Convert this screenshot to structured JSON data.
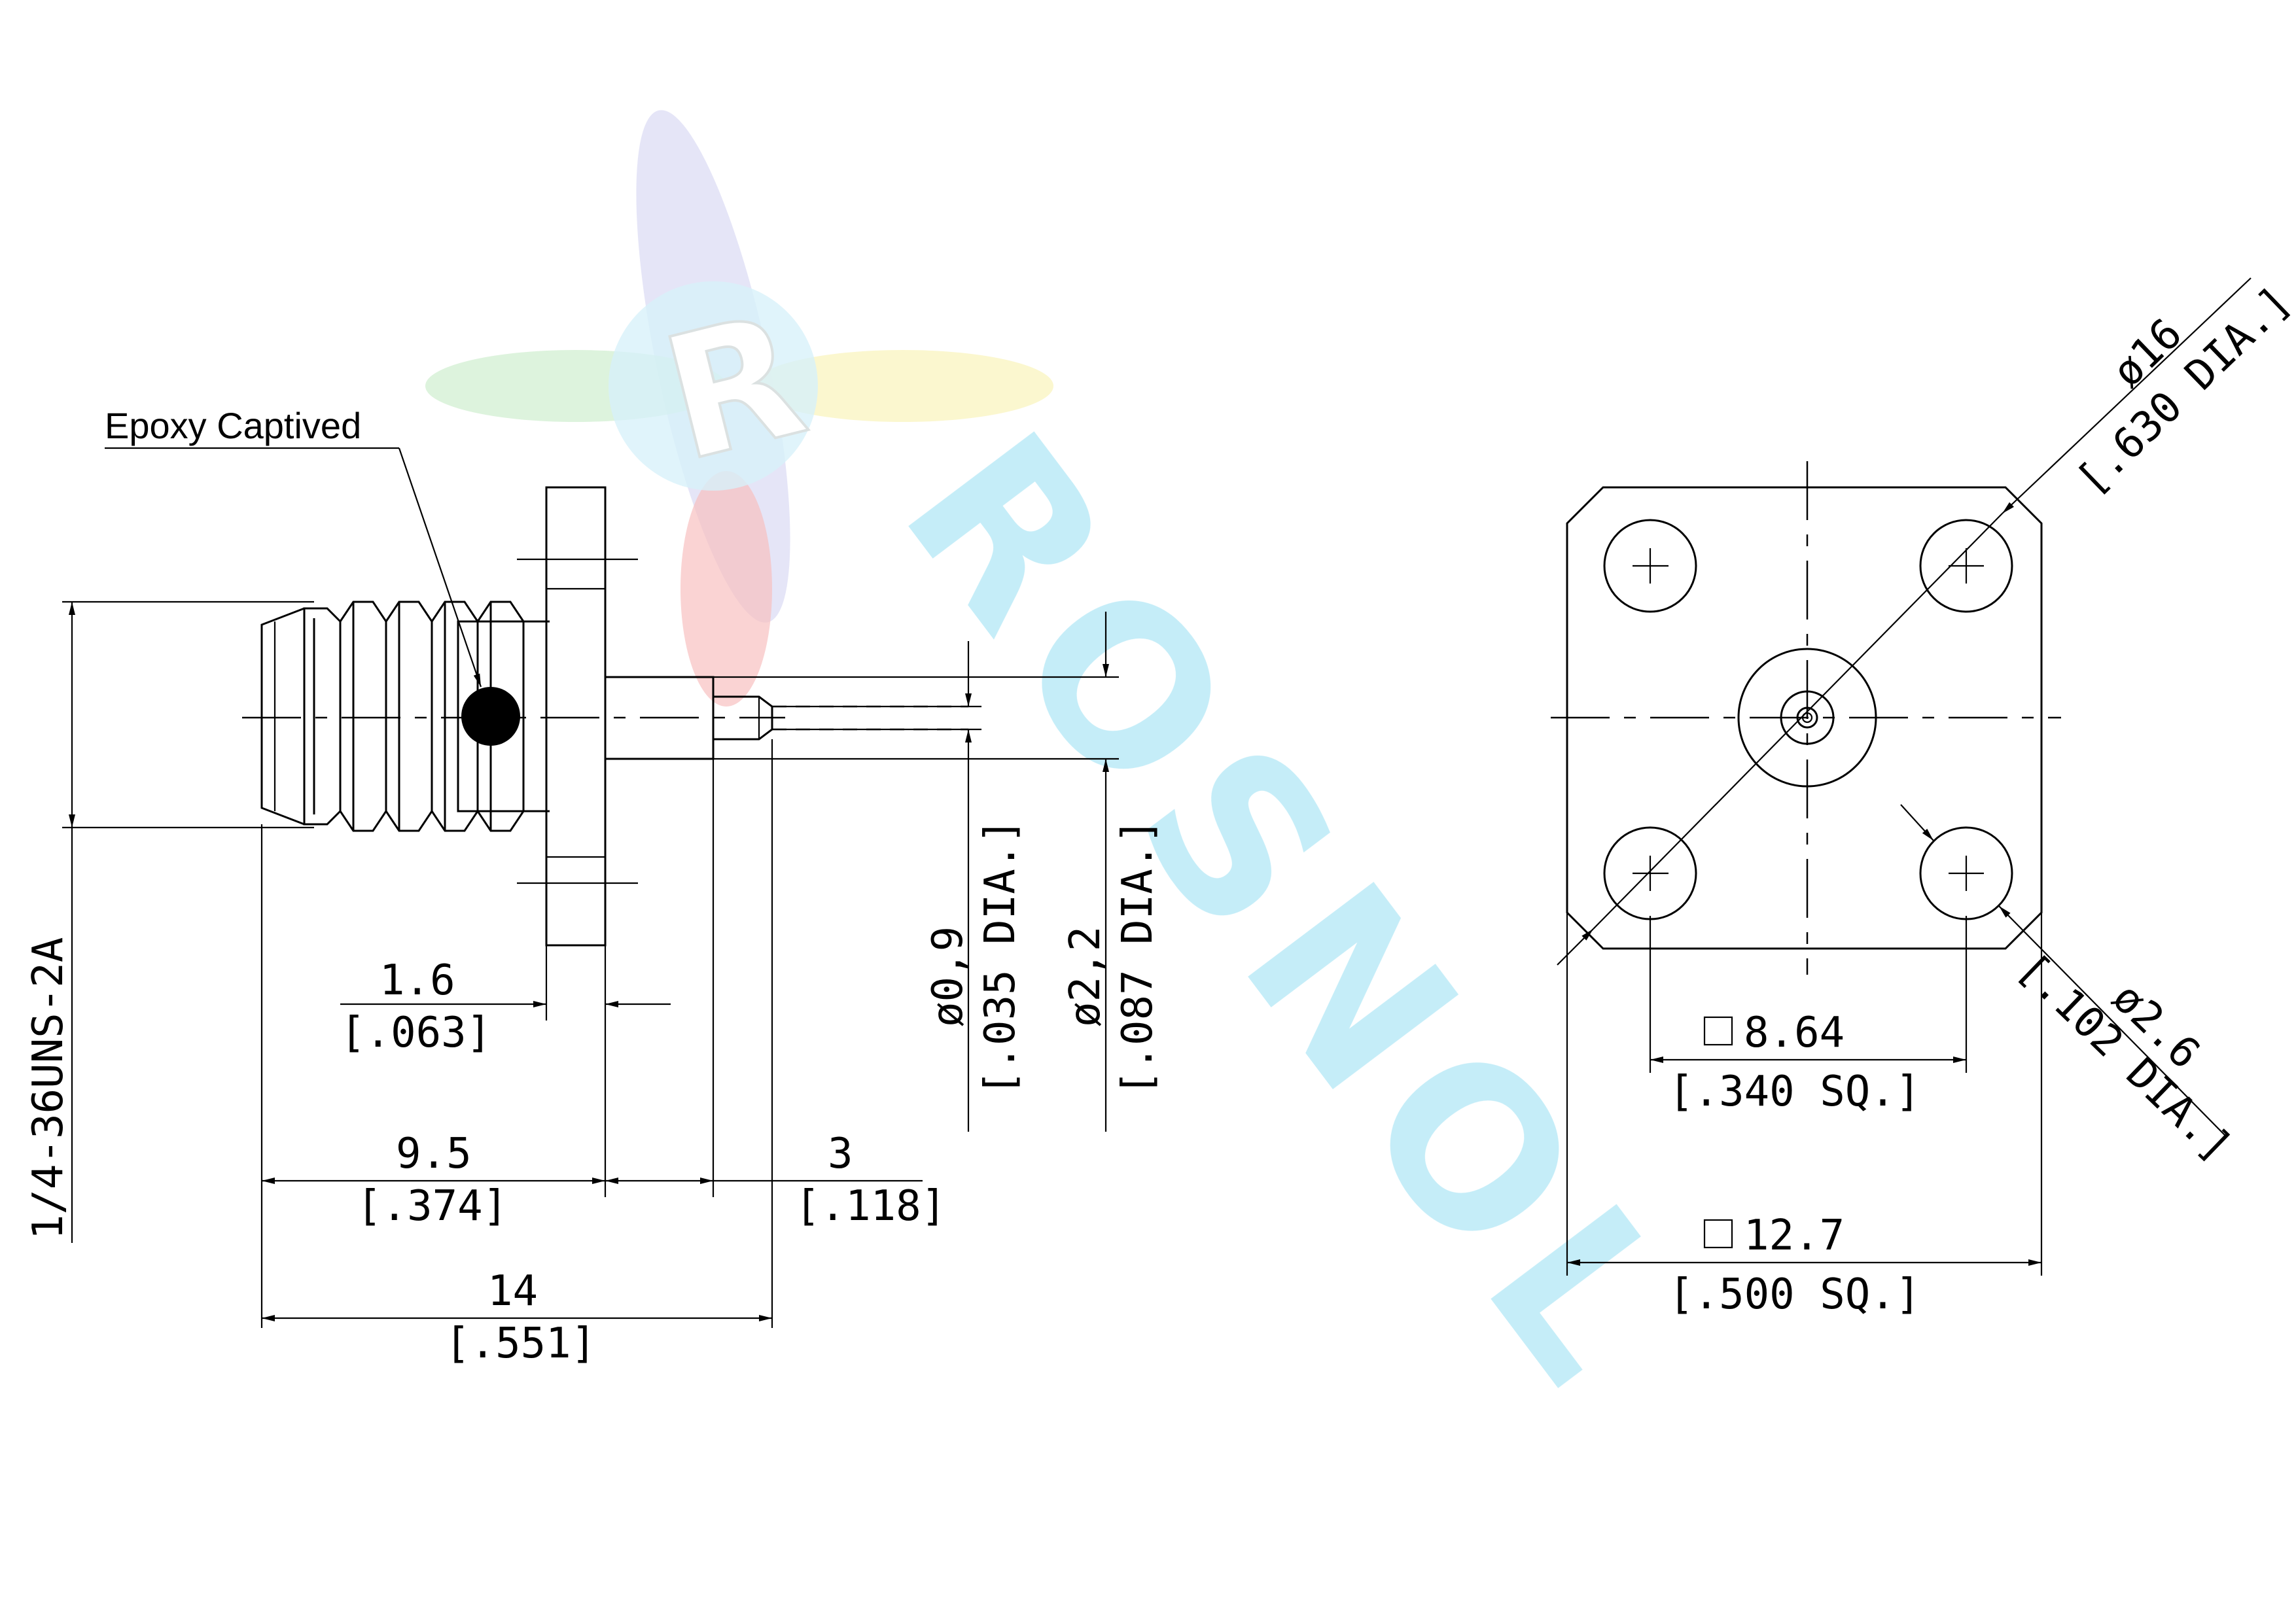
{
  "watermark": {
    "logo_letter": "R",
    "brand_text": "ROSNOL",
    "colors": {
      "violet": "#7a7ad6",
      "red": "#e84a4a",
      "green": "#5cc45c",
      "yellow": "#f2e24a",
      "cyan": "#7fd8f0"
    }
  },
  "labels": {
    "epoxy": "Epoxy Captived",
    "thread": "1/4-36UNS-2A"
  },
  "dimensions": {
    "flange_thickness": {
      "mm": "1.6",
      "inch": "[.063]"
    },
    "body_length": {
      "mm": "9.5",
      "inch": "[.374]"
    },
    "pin_length": {
      "mm": "3",
      "inch": "[.118]"
    },
    "overall_length": {
      "mm": "14",
      "inch": "[.551]"
    },
    "pin_dia": {
      "mm": "ø0,9",
      "inch": "[.035 DIA.]"
    },
    "dielectric_dia": {
      "mm": "ø2,2",
      "inch": "[.087 DIA.]"
    },
    "bolt_circle_dia": {
      "mm": "ø16",
      "inch": "[.630 DIA.]"
    },
    "hole_spacing": {
      "mm": "8.64",
      "inch": "[.340 SQ.]"
    },
    "flange_size": {
      "mm": "12.7",
      "inch": "[.500 SQ.]"
    },
    "hole_dia": {
      "mm": "ø2.6",
      "inch": "[.102 DIA.]"
    }
  }
}
